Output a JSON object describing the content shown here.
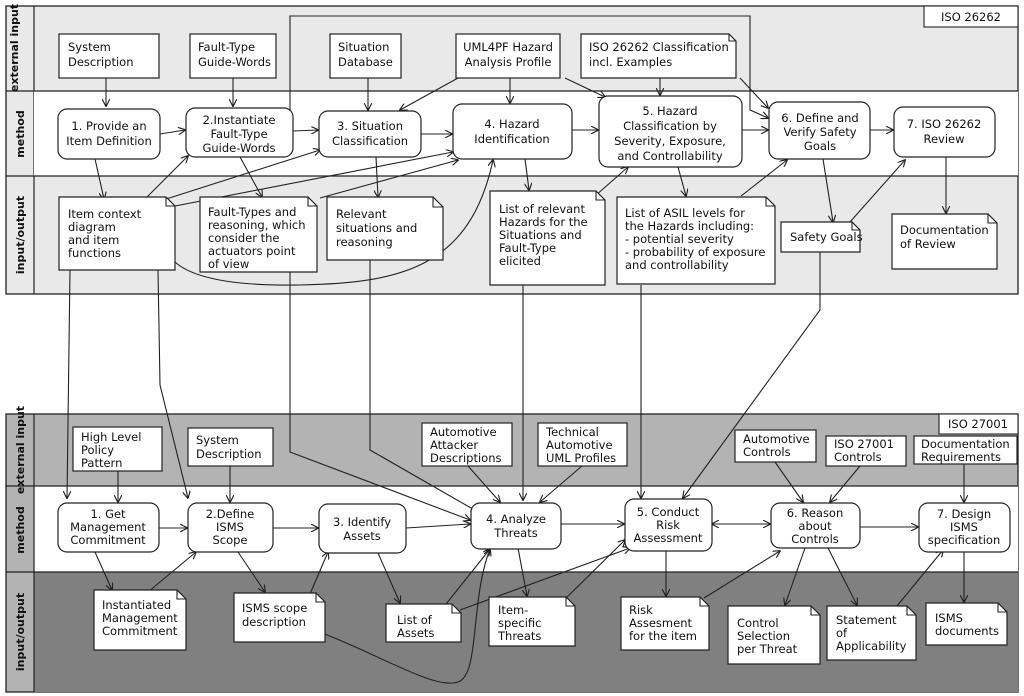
{
  "top": {
    "tag": "ISO 26262",
    "lanes": [
      "external input",
      "method",
      "input/output"
    ],
    "inputs": {
      "system_description": [
        "System",
        "Description"
      ],
      "fault_type_guide_words": [
        "Fault-Type",
        "Guide-Words"
      ],
      "situation_database": [
        "Situation",
        "Database"
      ],
      "uml4pf_profile": [
        "UML4PF Hazard",
        "Analysis Profile"
      ],
      "iso_classification": [
        "ISO 26262 Classification",
        "incl. Examples"
      ]
    },
    "methods": {
      "m1": [
        "1. Provide an",
        "Item Definition"
      ],
      "m2": [
        "2.Instantiate",
        "Fault-Type",
        "Guide-Words"
      ],
      "m3": [
        "3. Situation",
        "Classification"
      ],
      "m4": [
        "4. Hazard",
        "Identification"
      ],
      "m5": [
        "5. Hazard",
        "Classification by",
        "Severity, Exposure,",
        "and Controllability"
      ],
      "m6": [
        "6. Define and",
        "Verify Safety",
        "Goals"
      ],
      "m7": [
        "7. ISO 26262",
        "Review"
      ]
    },
    "outputs": {
      "item_context": [
        "Item context",
        "diagram",
        "and item",
        "functions"
      ],
      "fault_types": [
        "Fault-Types and",
        "reasoning, which",
        "consider the",
        "actuators point",
        "of view"
      ],
      "relevant_situations": [
        "Relevant",
        "situations and",
        "reasoning"
      ],
      "relevant_hazards": [
        "List of relevant",
        "Hazards for the",
        "Situations and",
        "Fault-Type",
        "elicited"
      ],
      "asil_levels": [
        "List of ASIL levels for",
        "the Hazards including:",
        "- potential severity",
        "- probability of exposure",
        "and controllability"
      ],
      "safety_goals": [
        "Safety Goals"
      ],
      "documentation_review": [
        "Documentation",
        "of Review"
      ]
    }
  },
  "bottom": {
    "tag": "ISO 27001",
    "lanes": [
      "external input",
      "method",
      "input/output"
    ],
    "inputs": {
      "high_level_policy": [
        "High Level",
        "Policy",
        "Pattern"
      ],
      "system_description": [
        "System",
        "Description"
      ],
      "attacker_descriptions": [
        "Automotive",
        "Attacker",
        "Descriptions"
      ],
      "uml_profiles": [
        "Technical",
        "Automotive",
        "UML Profiles"
      ],
      "automotive_controls": [
        "Automotive",
        "Controls"
      ],
      "iso_controls": [
        "ISO 27001",
        "Controls"
      ],
      "documentation_requirements": [
        "Documentation",
        "Requirements"
      ]
    },
    "methods": {
      "m1": [
        "1. Get",
        "Management",
        "Commitment"
      ],
      "m2": [
        "2.Define",
        "ISMS",
        "Scope"
      ],
      "m3": [
        "3. Identify",
        "Assets"
      ],
      "m4": [
        "4. Analyze",
        "Threats"
      ],
      "m5": [
        "5. Conduct",
        "Risk",
        "Assessment"
      ],
      "m6": [
        "6. Reason",
        "about",
        "Controls"
      ],
      "m7": [
        "7. Design",
        "ISMS",
        "specification"
      ]
    },
    "outputs": {
      "instantiated_commitment": [
        "Instantiated",
        "Management",
        "Commitment"
      ],
      "isms_scope": [
        "ISMS scope",
        "description"
      ],
      "list_of_assets": [
        "List of",
        "Assets"
      ],
      "item_specific_threats": [
        "Item-",
        "specific",
        "Threats"
      ],
      "risk_assessment": [
        "Risk",
        "Assesment",
        "for the item"
      ],
      "control_selection": [
        "Control",
        "Selection",
        "per Threat"
      ],
      "statement_applicability": [
        "Statement",
        "of",
        "Applicability"
      ],
      "isms_documents": [
        "ISMS",
        "documents"
      ]
    }
  }
}
